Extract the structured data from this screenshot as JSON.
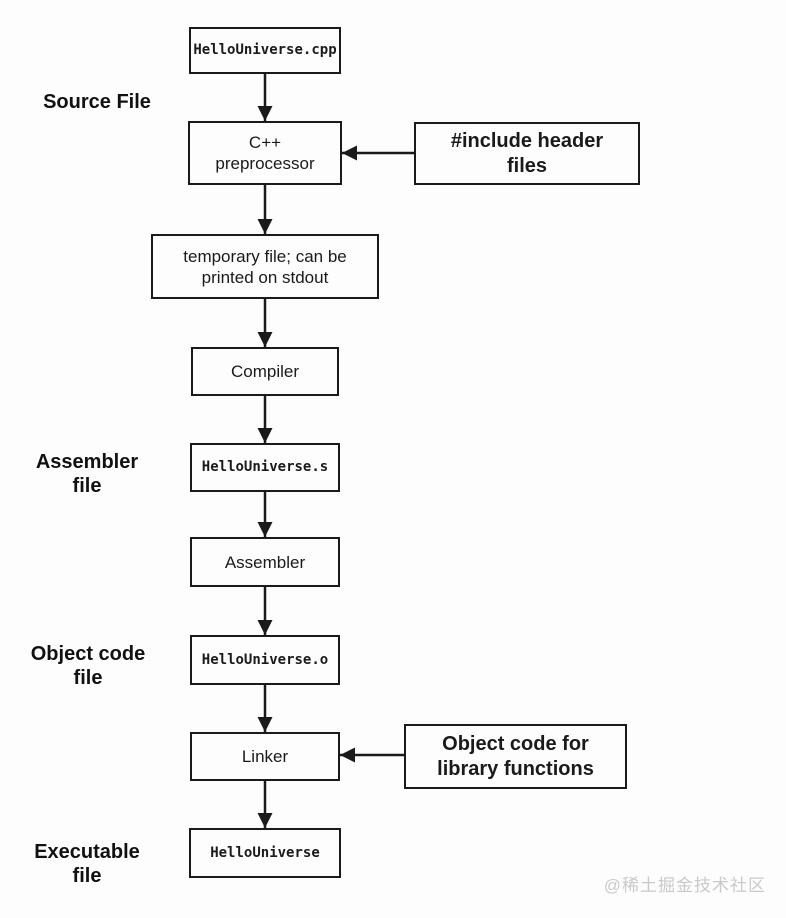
{
  "nodes": {
    "source": {
      "label": "HelloUniverse.cpp"
    },
    "preprocessor": {
      "line1": "C++",
      "line2": "preprocessor"
    },
    "temp": {
      "line1": "temporary file; can be",
      "line2": "printed on stdout"
    },
    "compiler": {
      "label": "Compiler"
    },
    "asm_file": {
      "label": "HelloUniverse.s"
    },
    "assembler": {
      "label": "Assembler"
    },
    "obj_file": {
      "label": "HelloUniverse.o"
    },
    "linker": {
      "label": "Linker"
    },
    "executable": {
      "label": "HelloUniverse"
    }
  },
  "annotations": {
    "include_note": {
      "line1": "#include header",
      "line2": "files"
    },
    "lib_note": {
      "line1": "Object code for",
      "line2": "library functions"
    }
  },
  "side_labels": {
    "source": {
      "label": "Source File"
    },
    "assembler": {
      "line1": "Assembler",
      "line2": "file"
    },
    "object": {
      "line1": "Object code",
      "line2": "file"
    },
    "executable": {
      "line1": "Executable",
      "line2": "file"
    }
  },
  "watermark": "@稀土掘金技术社区",
  "colors": {
    "background": "#fdfdfd",
    "box_border": "#1a1a1a",
    "text": "#1a1a1a",
    "watermark": "#c9c9c9"
  }
}
